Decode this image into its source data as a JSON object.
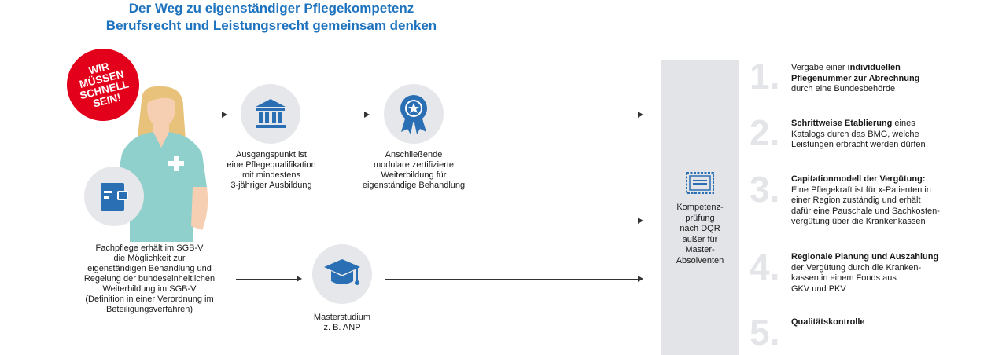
{
  "title": {
    "line1": "Der Weg zu eigenständiger Pflegekompetenz",
    "line2": "Berufsrecht und Leistungsrecht gemeinsam denken"
  },
  "badge": [
    "WIR",
    "MÜSSEN",
    "SCHNELL",
    "SEIN!"
  ],
  "captions": {
    "start": [
      "Ausgangspunkt ist",
      "eine Pflegequalifikation",
      "mit mindestens",
      "3-jähriger Ausbildung"
    ],
    "training": [
      "Anschließende",
      "modulare zertifizierte",
      "Weiterbildung für",
      "eigenständige Behandlung"
    ],
    "nurse": [
      "Fachpflege erhält im SGB-V",
      "die Möglichkeit zur",
      "eigenständigen Behandlung und",
      "Regelung der bundeseinheitlichen",
      "Weiterbildung im SGB-V",
      "(Definition in einer Verordnung im",
      "Beteiligungsverfahren)"
    ],
    "master": [
      "Masterstudium",
      "z. B. ANP"
    ]
  },
  "panel": [
    "Kompetenz-",
    "prüfung",
    "nach DQR",
    "außer für",
    "Master-",
    "Absolventen"
  ],
  "steps": [
    {
      "num": "1.",
      "lines": [
        [
          {
            "t": "Vergabe einer ",
            "b": false
          },
          {
            "t": "individuellen",
            "b": true
          }
        ],
        [
          {
            "t": "Pflegenummer zur Abrechnung",
            "b": true
          }
        ],
        [
          {
            "t": "durch eine Bundesbehörde",
            "b": false
          }
        ]
      ]
    },
    {
      "num": "2.",
      "lines": [
        [
          {
            "t": "Schrittweise Etablierung",
            "b": true
          },
          {
            "t": " eines",
            "b": false
          }
        ],
        [
          {
            "t": "Katalogs durch das BMG, welche",
            "b": false
          }
        ],
        [
          {
            "t": "Leistungen erbracht werden dürfen",
            "b": false
          }
        ]
      ]
    },
    {
      "num": "3.",
      "lines": [
        [
          {
            "t": "Capitationmodell der Vergütung:",
            "b": true
          }
        ],
        [
          {
            "t": "Eine Pflegekraft ist für x-Patienten in",
            "b": false
          }
        ],
        [
          {
            "t": "einer Region zuständig und erhält",
            "b": false
          }
        ],
        [
          {
            "t": "dafür eine Pauschale und Sachkosten-",
            "b": false
          }
        ],
        [
          {
            "t": "vergütung über die Krankenkassen",
            "b": false
          }
        ]
      ]
    },
    {
      "num": "4.",
      "lines": [
        [
          {
            "t": "Regionale Planung und Auszahlung",
            "b": true
          }
        ],
        [
          {
            "t": "der Vergütung durch die Kranken-",
            "b": false
          }
        ],
        [
          {
            "t": "kassen in einem Fonds aus",
            "b": false
          }
        ],
        [
          {
            "t": "GKV und PKV",
            "b": false
          }
        ]
      ]
    },
    {
      "num": "5.",
      "lines": [
        [
          {
            "t": "Qualitätskontrolle",
            "b": true
          }
        ]
      ]
    }
  ],
  "icons": {
    "institution": "building-columns-icon",
    "certificate": "award-rosette-icon",
    "document": "document-book-icon",
    "graduation": "graduation-cap-icon",
    "diploma": "certificate-diploma-icon",
    "nurse": "nurse-figure-icon"
  },
  "colors": {
    "accent": "#1e73be",
    "icon": "#2a6fb3",
    "circle": "#e6e7ea",
    "badge": "#e2001a",
    "panel": "#e3e4e8",
    "number": "#e4e5e9",
    "scrubs": "#8fcfcc",
    "hair": "#e8c27a",
    "skin": "#f6cfb2"
  }
}
